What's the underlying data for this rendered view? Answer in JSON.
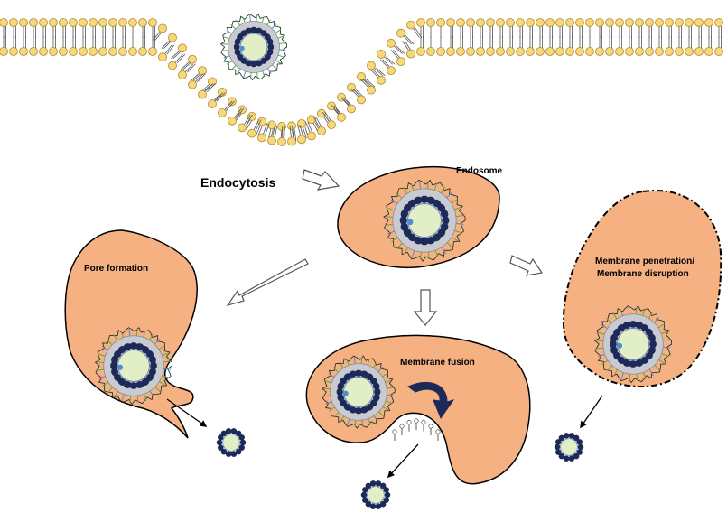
{
  "labels": {
    "endocytosis": "Endocytosis",
    "endosome": "Endosome",
    "pore_formation": "Pore formation",
    "membrane_fusion": "Membrane fusion",
    "membrane_penetration_line1": "Membrane penetration/",
    "membrane_penetration_line2": "Membrane disruption"
  },
  "colors": {
    "endosome_fill": "#f6b183",
    "lipid_head": "#f6d77a",
    "lipid_head_stroke": "#b08a2c",
    "particle_core": "#e2efc6",
    "particle_shell": "#c8cbd2",
    "particle_bead": "#1d2a57",
    "ligand_green": "#4caf50",
    "ligand_blue": "#4d8fd0",
    "arrow_fill": "#ffffff",
    "curved_arrow": "#1d2a57"
  }
}
